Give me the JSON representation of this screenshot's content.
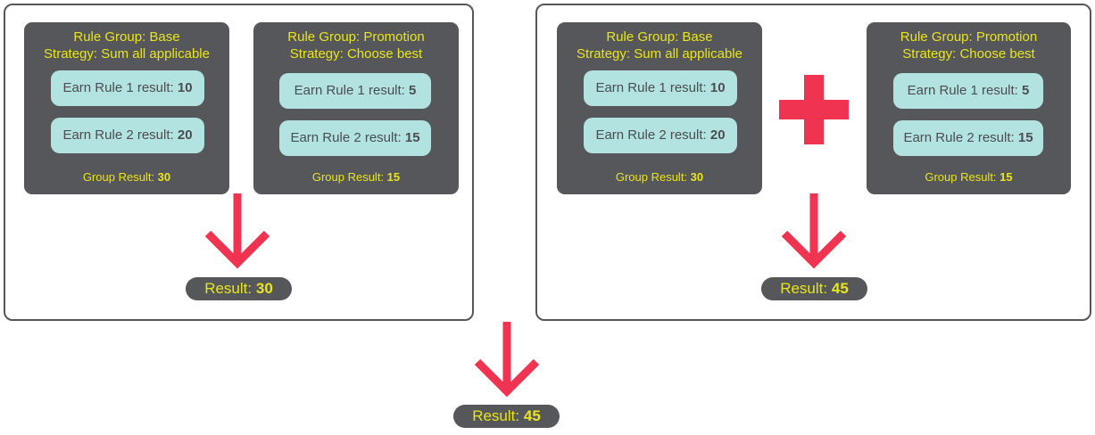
{
  "left_panel": {
    "groups": [
      {
        "title": "Rule Group: Base",
        "strategy": "Strategy: Sum all applicable",
        "rules": [
          {
            "label": "Earn Rule 1 result:",
            "value": "10"
          },
          {
            "label": "Earn Rule 2 result:",
            "value": "20"
          }
        ],
        "result_label": "Group Result:",
        "result_value": "30"
      },
      {
        "title": "Rule Group: Promotion",
        "strategy": "Strategy: Choose best",
        "rules": [
          {
            "label": "Earn Rule 1 result:",
            "value": "5"
          },
          {
            "label": "Earn Rule 2 result:",
            "value": "15"
          }
        ],
        "result_label": "Group Result:",
        "result_value": "15"
      }
    ],
    "result_label": "Result:",
    "result_value": "30"
  },
  "right_panel": {
    "groups": [
      {
        "title": "Rule Group: Base",
        "strategy": "Strategy: Sum all applicable",
        "rules": [
          {
            "label": "Earn Rule 1 result:",
            "value": "10"
          },
          {
            "label": "Earn Rule 2 result:",
            "value": "20"
          }
        ],
        "result_label": "Group Result:",
        "result_value": "30"
      },
      {
        "title": "Rule Group: Promotion",
        "strategy": "Strategy: Choose best",
        "rules": [
          {
            "label": "Earn Rule 1 result:",
            "value": "5"
          },
          {
            "label": "Earn Rule 2 result:",
            "value": "15"
          }
        ],
        "result_label": "Group Result:",
        "result_value": "15"
      }
    ],
    "operator_icon": "plus-icon",
    "result_label": "Result:",
    "result_value": "45"
  },
  "final": {
    "result_label": "Result:",
    "result_value": "45"
  },
  "colors": {
    "panel_border": "#55575a",
    "group_bg": "#55575a",
    "group_text": "#e9e51a",
    "rule_bg": "#b2e3e1",
    "rule_text": "#4b4d50",
    "arrow": "#ef3350"
  }
}
